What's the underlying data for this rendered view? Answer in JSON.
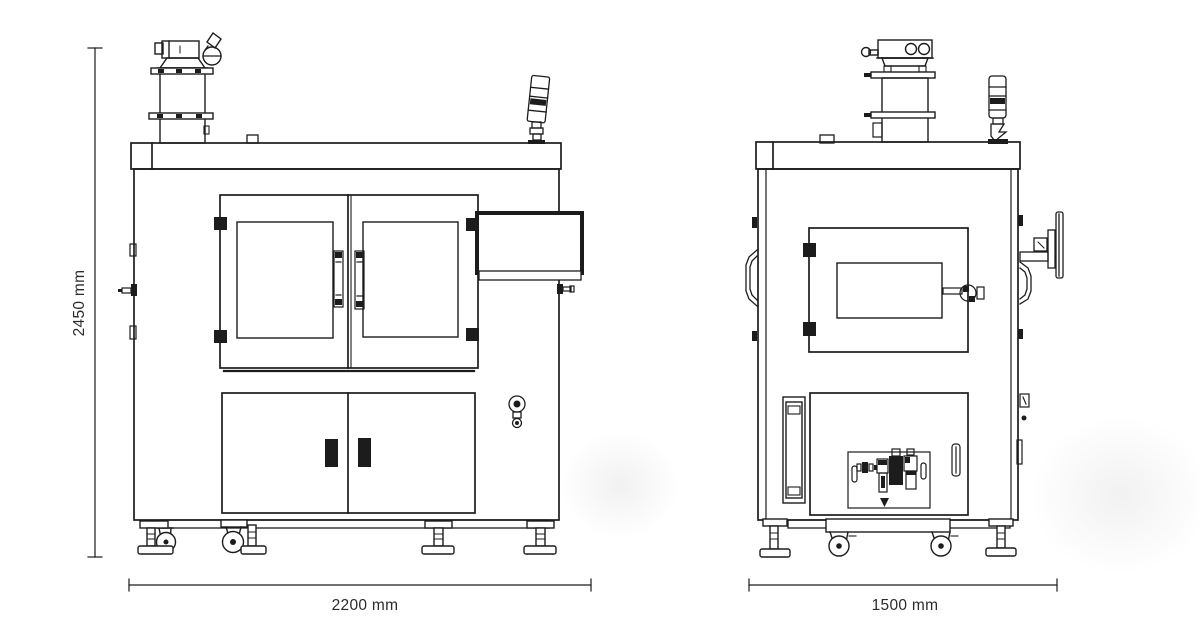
{
  "drawing": {
    "type": "technical-orthographic-drawing",
    "background_color": "#ffffff",
    "line_color": "#1c1c1c",
    "text_color": "#2b2b2b",
    "dimensions": {
      "height_label": "2450 mm",
      "width_label": "2200 mm",
      "depth_label": "1500 mm"
    }
  }
}
